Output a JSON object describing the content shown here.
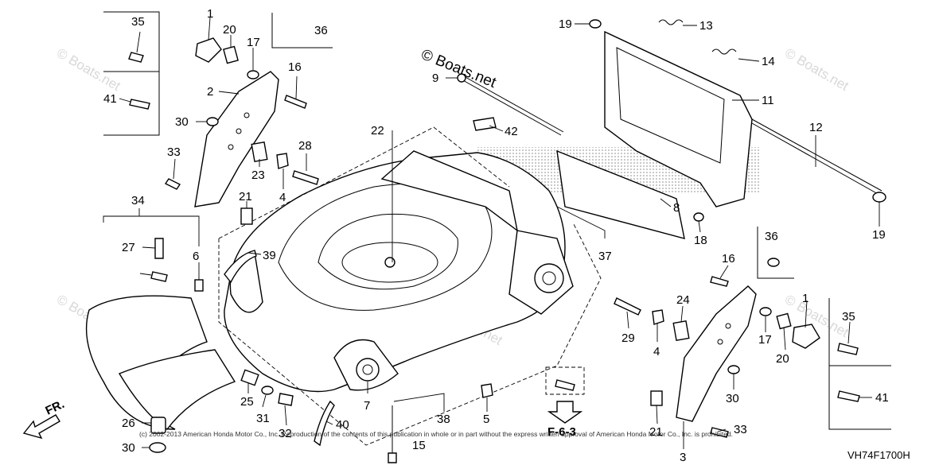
{
  "diagram": {
    "code": "VH74F1700H",
    "brand_watermark": "© Boats.net",
    "copyright": "(c) 2002-2013 American Honda Motor Co., Inc. Reproduction of the contents of this publication in whole or in part without the express written approval of American Honda Motor Co., Inc. is prohibited.",
    "front_indicator": "FR.",
    "reference": "F-6-3",
    "callouts": [
      "35",
      "1",
      "20",
      "17",
      "36",
      "41",
      "2",
      "16",
      "30",
      "33",
      "23",
      "28",
      "4",
      "21",
      "34",
      "27",
      "6",
      "22",
      "9",
      "42",
      "39",
      "19",
      "13",
      "14",
      "11",
      "12",
      "8",
      "18",
      "37",
      "36",
      "16",
      "24",
      "1",
      "35",
      "29",
      "4",
      "17",
      "20",
      "41",
      "30",
      "25",
      "31",
      "32",
      "7",
      "38",
      "5",
      "26",
      "30",
      "40",
      "21",
      "33",
      "3",
      "19",
      "15"
    ]
  }
}
